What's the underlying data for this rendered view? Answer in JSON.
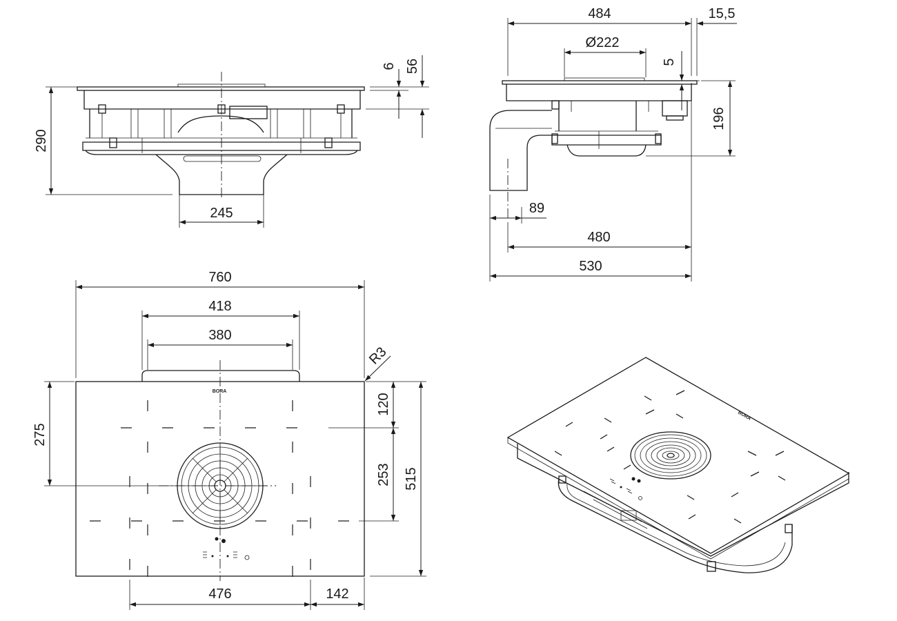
{
  "brand": "BORA",
  "views": {
    "front": {
      "dims": {
        "height": "290",
        "glass": "6",
        "frame": "56",
        "outlet": "245"
      }
    },
    "side": {
      "dims": {
        "depth": "484",
        "overhang": "15,5",
        "diameter": "Ø222",
        "lip": "5",
        "height": "196",
        "duct": "89",
        "inner_depth": "480",
        "total_depth": "530"
      }
    },
    "top": {
      "dims": {
        "width": "760",
        "cutout_outer": "418",
        "cutout_inner": "380",
        "radius": "R3",
        "front_depth": "275",
        "top_offset": "120",
        "mid_depth": "253",
        "total_depth": "515",
        "bottom_width": "476",
        "right_offset": "142"
      }
    }
  }
}
